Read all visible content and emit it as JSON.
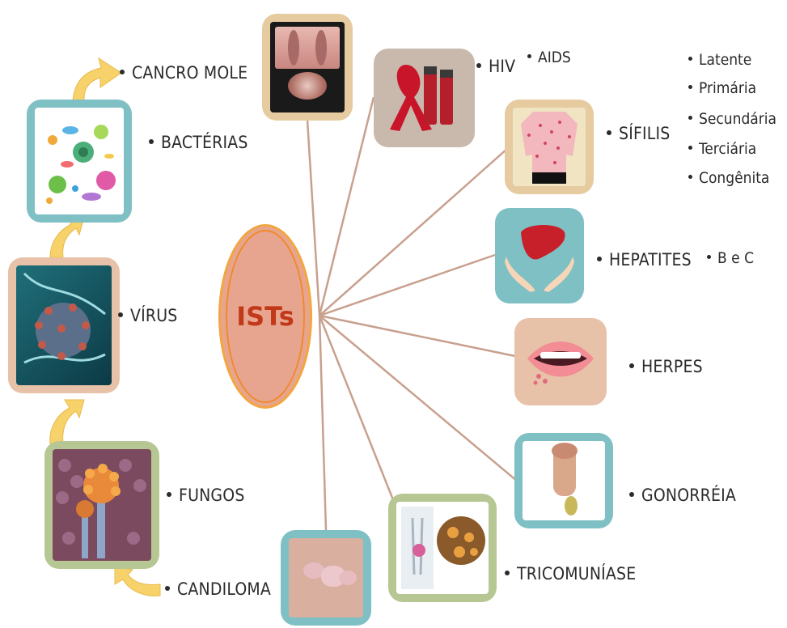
{
  "center": {
    "label": "ISTs"
  },
  "colors": {
    "line": "#c8a08e",
    "tile_tan": "#e6cba0",
    "tile_teal": "#7fc0c4",
    "tile_olive": "#b7c793",
    "tile_peach": "#e8c2a8",
    "arrow": "#f7d26a"
  },
  "left_chain": [
    {
      "label": "CANCRO MOLE",
      "icon": "genital-lesion-photo"
    },
    {
      "label": "BACTÉRIAS",
      "icon": "bacteria-icon"
    },
    {
      "label": "VÍRUS",
      "icon": "virus-icon"
    },
    {
      "label": "FUNGOS",
      "icon": "fungus-icon"
    },
    {
      "label": "CANDILOMA",
      "icon": "wart-photo"
    }
  ],
  "branches": {
    "hiv": {
      "label": "HIV",
      "sub": "AIDS"
    },
    "sifilis": {
      "label": "SÍFILIS",
      "subs": [
        "Latente",
        "Primária",
        "Secundária",
        "Terciária",
        "Congênita"
      ]
    },
    "hepatites": {
      "label": "HEPATITES",
      "sub": "B  e C"
    },
    "herpes": {
      "label": "HERPES"
    },
    "gonorreia": {
      "label": "GONORRÉIA"
    },
    "tricomuniase": {
      "label": "TRICOMUNÍASE"
    }
  }
}
